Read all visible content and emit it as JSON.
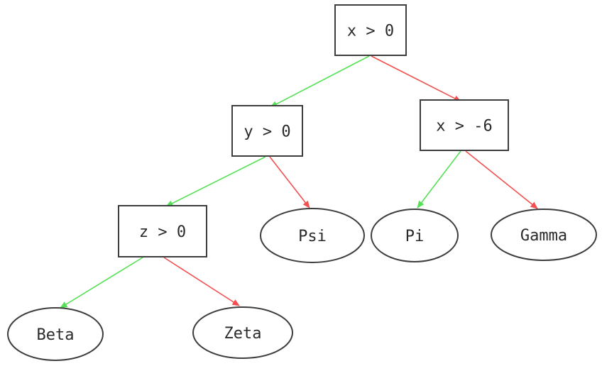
{
  "diagram": {
    "type": "decision-tree",
    "colors": {
      "true_branch": "#55e055",
      "false_branch": "#f25050",
      "node_border": "#3d3d3d",
      "node_fill": "#ffffff",
      "text": "#2a2a2a",
      "background": "#ffffff"
    },
    "nodes": [
      {
        "id": "root",
        "kind": "decision",
        "label": "x > 0"
      },
      {
        "id": "y0",
        "kind": "decision",
        "label": "y > 0"
      },
      {
        "id": "x6",
        "kind": "decision",
        "label": "x > -6"
      },
      {
        "id": "z0",
        "kind": "decision",
        "label": "z > 0"
      },
      {
        "id": "psi",
        "kind": "leaf",
        "label": "Psi"
      },
      {
        "id": "pi",
        "kind": "leaf",
        "label": "Pi"
      },
      {
        "id": "gamma",
        "kind": "leaf",
        "label": "Gamma"
      },
      {
        "id": "beta",
        "kind": "leaf",
        "label": "Beta"
      },
      {
        "id": "zeta",
        "kind": "leaf",
        "label": "Zeta"
      }
    ],
    "edges": [
      {
        "from": "root",
        "to": "y0",
        "branch": "true"
      },
      {
        "from": "root",
        "to": "x6",
        "branch": "false"
      },
      {
        "from": "y0",
        "to": "z0",
        "branch": "true"
      },
      {
        "from": "y0",
        "to": "psi",
        "branch": "false"
      },
      {
        "from": "x6",
        "to": "pi",
        "branch": "true"
      },
      {
        "from": "x6",
        "to": "gamma",
        "branch": "false"
      },
      {
        "from": "z0",
        "to": "beta",
        "branch": "true"
      },
      {
        "from": "z0",
        "to": "zeta",
        "branch": "false"
      }
    ]
  }
}
